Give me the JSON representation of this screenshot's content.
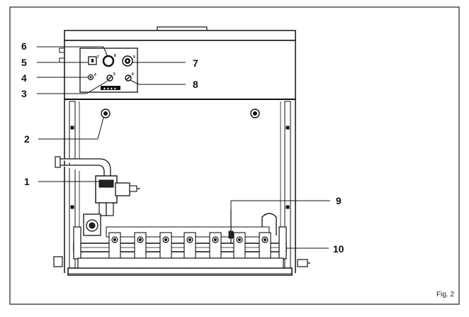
{
  "figure_label": "Fig. 2",
  "panel_badge": "▲▲▲▲",
  "callouts": [
    {
      "number": "1",
      "icon": "gas-valve-icon"
    },
    {
      "number": "2",
      "icon": "sight-glass-icon"
    },
    {
      "number": "3",
      "icon": "knob-icon"
    },
    {
      "number": "4",
      "icon": "indicator-lamp-icon"
    },
    {
      "number": "5",
      "icon": "switch-icon"
    },
    {
      "number": "6",
      "icon": "thermostat-icon"
    },
    {
      "number": "7",
      "icon": "gauge-icon"
    },
    {
      "number": "8",
      "icon": "knob-icon"
    },
    {
      "number": "9",
      "icon": "electrode-icon"
    },
    {
      "number": "10",
      "icon": "burner-manifold-icon"
    }
  ],
  "control_marks": {
    "switch": "7",
    "thermostat": "8",
    "gauge": "9",
    "lamp": "4",
    "knob_left": "5",
    "knob_right": "6"
  }
}
